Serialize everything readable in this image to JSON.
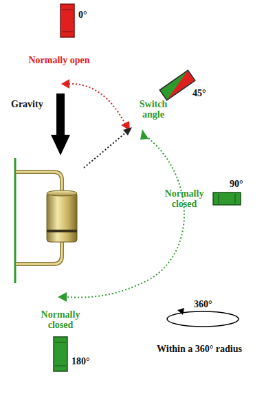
{
  "diagram": {
    "labels": [
      "0°",
      "Normally open",
      "Gravity",
      "Switch angle",
      "45°",
      "Normally closed",
      "90°",
      "Normally closed",
      "180°",
      "360°",
      "Within a 360° radius"
    ]
  }
}
